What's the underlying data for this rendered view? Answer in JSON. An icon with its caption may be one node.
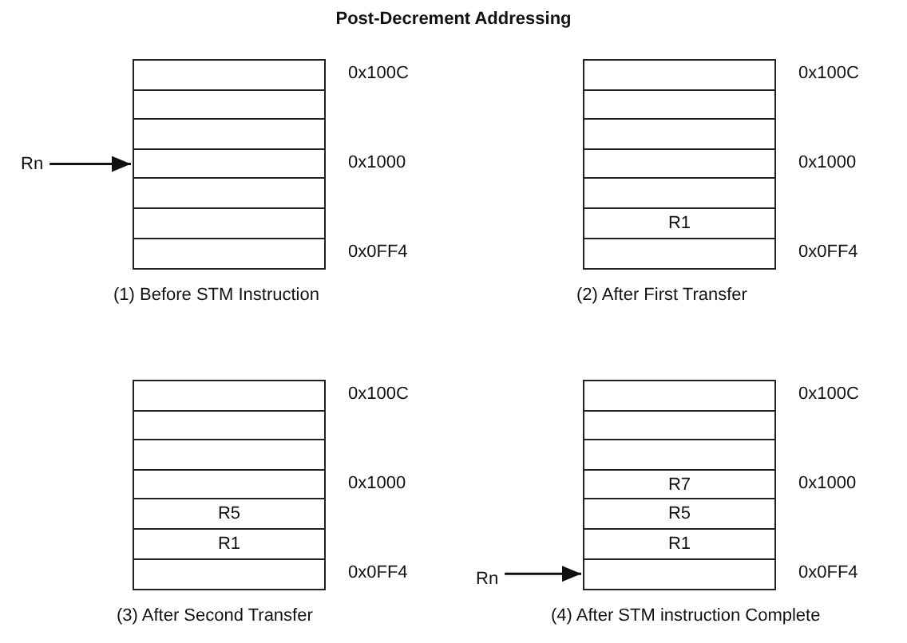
{
  "diagram": {
    "title": "Post-Decrement Addressing",
    "nodes": [
      {
        "text": [
          "Rn"
        ]
      },
      {
        "text": [
          "(1) Before STM Instruction"
        ]
      },
      {
        "text": [],
        "shape": "box",
        "in": 1,
        "beside": [
          "0x100C"
        ]
      },
      {
        "text": [],
        "shape": "box",
        "in": 1
      },
      {
        "text": [],
        "shape": "box",
        "in": 1
      },
      {
        "text": [],
        "shape": "box",
        "in": 1,
        "beside": [
          "0x1000"
        ]
      },
      {
        "text": [],
        "shape": "box",
        "in": 1
      },
      {
        "text": [],
        "shape": "box",
        "in": 1
      },
      {
        "text": [],
        "shape": "box",
        "in": 1,
        "beside": [
          "0x0FF4"
        ]
      },
      {
        "text": [
          "(2) After First Transfer"
        ]
      },
      {
        "text": [],
        "shape": "box",
        "in": 9,
        "beside": [
          "0x100C"
        ]
      },
      {
        "text": [],
        "shape": "box",
        "in": 9
      },
      {
        "text": [],
        "shape": "box",
        "in": 9
      },
      {
        "text": [],
        "shape": "box",
        "in": 9,
        "beside": [
          "0x1000"
        ]
      },
      {
        "text": [],
        "shape": "box",
        "in": 9
      },
      {
        "text": [
          "R1"
        ],
        "in": 9
      },
      {
        "text": [],
        "shape": "box",
        "in": 9,
        "beside": [
          "0x0FF4"
        ]
      },
      {
        "text": [
          "(3) After Second Transfer"
        ]
      },
      {
        "text": [],
        "shape": "box",
        "in": 17,
        "beside": [
          "0x100C"
        ]
      },
      {
        "text": [],
        "shape": "box",
        "in": 17
      },
      {
        "text": [],
        "shape": "box",
        "in": 17
      },
      {
        "text": [],
        "shape": "box",
        "in": 17,
        "beside": [
          "0x1000"
        ]
      },
      {
        "text": [
          "R5"
        ],
        "in": 17
      },
      {
        "text": [
          "R1"
        ],
        "in": 17
      },
      {
        "text": [],
        "shape": "box",
        "in": 17,
        "beside": [
          "0x0FF4"
        ]
      },
      {
        "text": [
          "Rn"
        ]
      },
      {
        "text": [
          "(4) After STM instruction Complete"
        ]
      },
      {
        "text": [],
        "shape": "box",
        "in": 26,
        "beside": [
          "0x100C"
        ]
      },
      {
        "text": [],
        "shape": "box",
        "in": 26
      },
      {
        "text": [],
        "shape": "box",
        "in": 26
      },
      {
        "text": [
          "R7"
        ],
        "in": 26,
        "beside": [
          "0x1000"
        ]
      },
      {
        "text": [
          "R5"
        ],
        "in": 26
      },
      {
        "text": [
          "R1"
        ],
        "in": 26
      },
      {
        "text": [],
        "shape": "box",
        "in": 26,
        "beside": [
          "0x0FF4"
        ]
      }
    ],
    "edges": [
      {
        "from": 0,
        "to": 5,
        "arrow": "to"
      },
      {
        "from": 25,
        "to": 33,
        "arrow": "to"
      }
    ]
  }
}
